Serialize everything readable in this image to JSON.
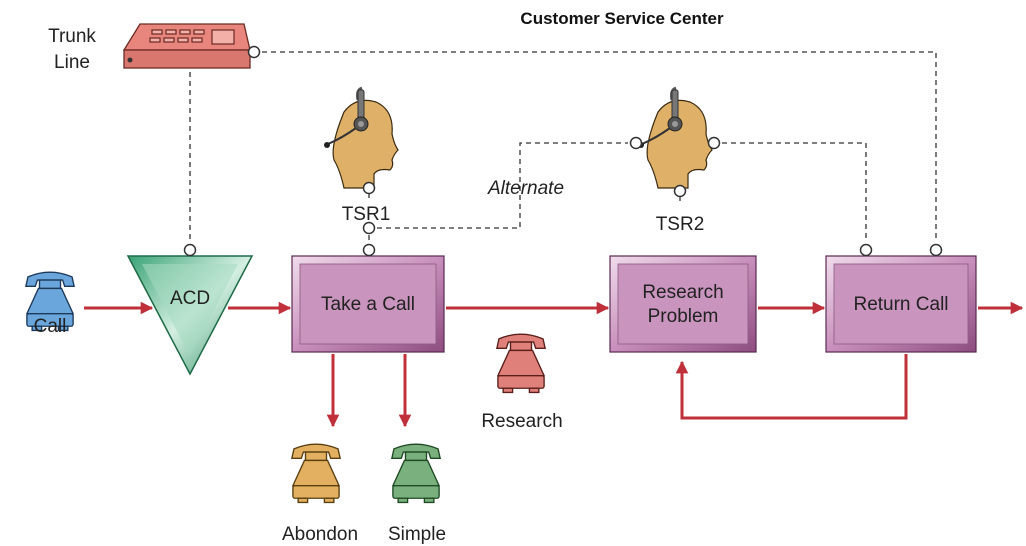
{
  "title": "Customer Service Center",
  "trunk_line": {
    "label_line1": "Trunk",
    "label_line2": "Line"
  },
  "acd": {
    "label": "ACD"
  },
  "call_phone": {
    "label": "Call"
  },
  "agents": {
    "tsr1": "TSR1",
    "tsr2": "TSR2"
  },
  "alternate_label": "Alternate",
  "processes": {
    "take_call": "Take a Call",
    "research_problem_line1": "Research",
    "research_problem_line2": "Problem",
    "return_call": "Return Call"
  },
  "outcomes": {
    "research": "Research",
    "abandon": "Abondon",
    "simple": "Simple"
  },
  "colors": {
    "flow": "#c0303a",
    "process": "#b87aa8",
    "acd": "#2e9e6c",
    "headset": "#dfb068",
    "call_phone": "#6aa6db",
    "research_phone": "#e0807a",
    "abandon_phone": "#e2b060",
    "simple_phone": "#79b07e",
    "trunk": "#e8857c"
  }
}
